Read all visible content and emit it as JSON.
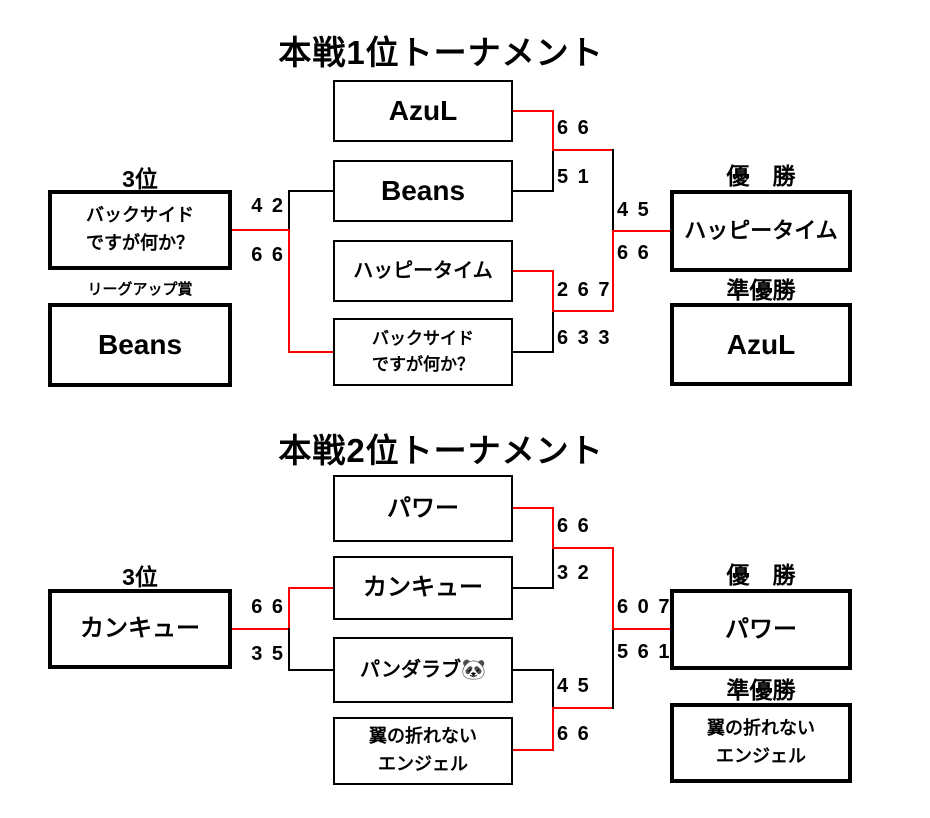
{
  "colors": {
    "winner_path": "#ff0000",
    "line": "#000000",
    "background": "#ffffff",
    "text": "#000000"
  },
  "t1": {
    "title": "本戦1位トーナメント",
    "third_place": {
      "label": "3位",
      "team_line1": "バックサイド",
      "team_line2": "ですが何か？",
      "score_top": "4 2",
      "score_bottom": "6 6"
    },
    "league_up": {
      "label": "リーグアップ賞",
      "team": "Beans"
    },
    "sf1": {
      "top_team": "AzuL",
      "bottom_team": "Beans",
      "score_top": "6 6",
      "score_bottom": "5 1"
    },
    "sf2": {
      "top_team": "ハッピータイム",
      "bottom_team_line1": "バックサイド",
      "bottom_team_line2": "ですが何か？",
      "score_top": "2 6 7",
      "score_bottom": "6 3 3"
    },
    "final": {
      "score_top": "4 5",
      "score_bottom": "6 6"
    },
    "champion": {
      "label": "優　勝",
      "team": "ハッピータイム"
    },
    "runner_up": {
      "label": "準優勝",
      "team": "AzuL"
    }
  },
  "t2": {
    "title": "本戦2位トーナメント",
    "third_place": {
      "label": "3位",
      "team": "カンキュー",
      "score_top": "6 6",
      "score_bottom": "3 5"
    },
    "sf1": {
      "top_team": "パワー",
      "bottom_team": "カンキュー",
      "score_top": "6 6",
      "score_bottom": "3 2"
    },
    "sf2": {
      "top_team": "パンダラブ🐼",
      "bottom_team_line1": "翼の折れない",
      "bottom_team_line2": "エンジェル",
      "score_top": "4 5",
      "score_bottom": "6 6"
    },
    "final": {
      "score_top": "6 0 7",
      "score_bottom": "5 6 1"
    },
    "champion": {
      "label": "優　勝",
      "team": "パワー"
    },
    "runner_up": {
      "label": "準優勝",
      "team_line1": "翼の折れない",
      "team_line2": "エンジェル"
    }
  }
}
